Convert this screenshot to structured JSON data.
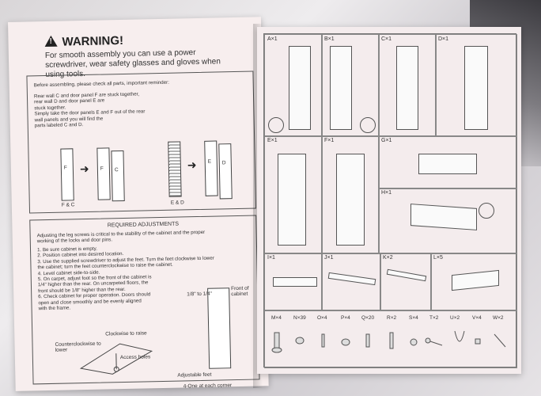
{
  "left_page": {
    "warning_title": "WARNING!",
    "warning_text": "For smooth assembly you can use a power screwdriver, wear safety glasses and gloves when using tools.",
    "reminder_intro": "Before assembling, please check all parts, important reminder:",
    "reminder_lines": [
      "Rear wall C and door panel F are stuck together,",
      "rear wall D and door panel E are",
      "stuck together.",
      "Simply take the door panels E and F out of the rear",
      "wall panels and you will find the",
      "parts labeled C and D."
    ],
    "diagram1": {
      "panel_a": "F",
      "panel_b": "C",
      "caption": "F & C"
    },
    "diagram2": {
      "panel_a": "E",
      "panel_b": "D",
      "caption": "E & D"
    },
    "adjust_title": "REQUIRED ADJUSTMENTS",
    "adjust_intro": [
      "Adjusting the leg screws is critical to the stability of the cabinet and the proper",
      "working of the locks and door pins."
    ],
    "steps": [
      "1. Be sure cabinet is empty.",
      "2. Position cabinet into desired location.",
      "3. Use the supplied screwdriver to adjust the feet. Turn the feet clockwise to lower",
      "   the cabinet; turn the feet counterclockwise to raise the cabinet.",
      "4. Level cabinet side-to-side.",
      "5. On carpet, adjust foot so the front of the cabinet is",
      "   1/4\" higher than the rear. On uncarpeted floors, the",
      "   front should be 1/8\" higher than the rear.",
      "6. Check cabinet for proper operation. Doors should",
      "   open and close smoothly  and be evenly aligned",
      "   with the frame."
    ],
    "labels": {
      "clockwise": "Clockwise to raise",
      "counterclockwise": "Counterclockwise to lower",
      "access": "Access holes",
      "gap": "1/8\" to 1/4\"",
      "front": "Front of cabinet",
      "feet": "Adjustable feet",
      "corner": "4-One at each corner"
    }
  },
  "right_page": {
    "panels": [
      {
        "label": "A×1"
      },
      {
        "label": "B×1"
      },
      {
        "label": "C×1"
      },
      {
        "label": "D×1"
      },
      {
        "label": "E×1"
      },
      {
        "label": "F×1"
      },
      {
        "label": "G×1"
      },
      {
        "label": "H×1"
      },
      {
        "label": "I×1"
      },
      {
        "label": "J×1"
      },
      {
        "label": "K×2"
      },
      {
        "label": "L×5"
      }
    ],
    "hardware": [
      "M×4",
      "N×39",
      "O×4",
      "P×4",
      "Q×20",
      "R×2",
      "S×4",
      "T×2",
      "U×2",
      "V×4",
      "W×2"
    ]
  }
}
